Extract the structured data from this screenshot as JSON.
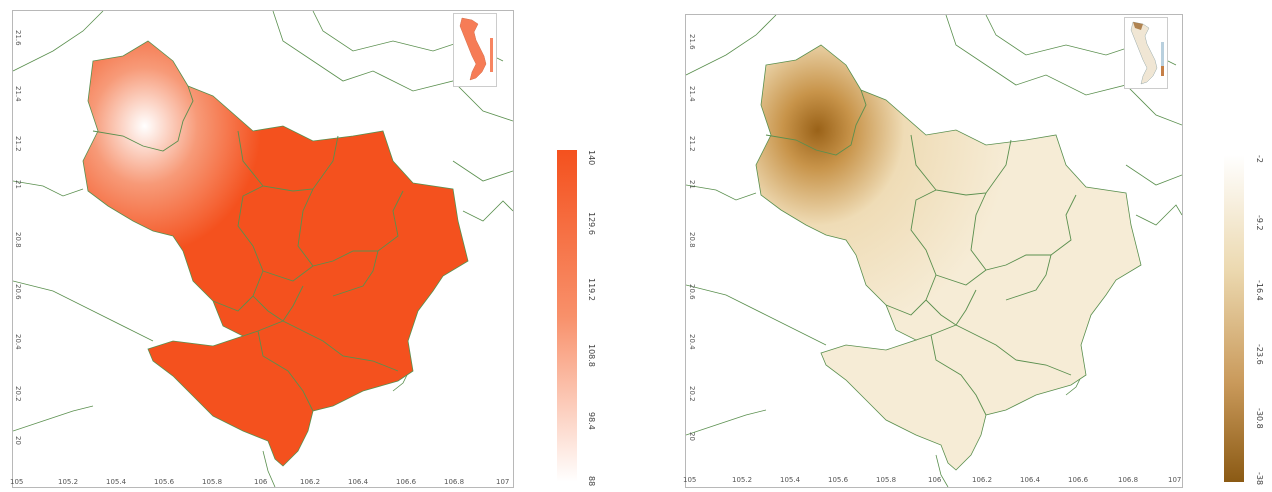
{
  "left_map": {
    "x_ticks": [
      "105",
      "105.2",
      "105.4",
      "105.6",
      "105.8",
      "106",
      "106.2",
      "106.4",
      "106.6",
      "106.8",
      "107"
    ],
    "y_ticks": [
      "21.6",
      "21.4",
      "21.2",
      "21",
      "20.8",
      "20.6",
      "20.4",
      "20.2",
      "20"
    ],
    "colorbar_labels": [
      "140",
      "129.6",
      "119.2",
      "108.8",
      "98.4",
      "88"
    ],
    "color_high": "#f4511e",
    "color_low": "#ffffff"
  },
  "right_map": {
    "x_ticks": [
      "105",
      "105.2",
      "105.4",
      "105.6",
      "105.8",
      "106",
      "106.2",
      "106.4",
      "106.6",
      "106.8",
      "107"
    ],
    "y_ticks": [
      "21.6",
      "21.4",
      "21.2",
      "21",
      "20.8",
      "20.6",
      "20.4",
      "20.2",
      "20"
    ],
    "colorbar_labels": [
      "-2",
      "-9.2",
      "-16.4",
      "-23.6",
      "-30.8",
      "-38"
    ],
    "color_high": "#ffffff",
    "color_low": "#8b5a14"
  },
  "border_color": "#5a8f4e"
}
